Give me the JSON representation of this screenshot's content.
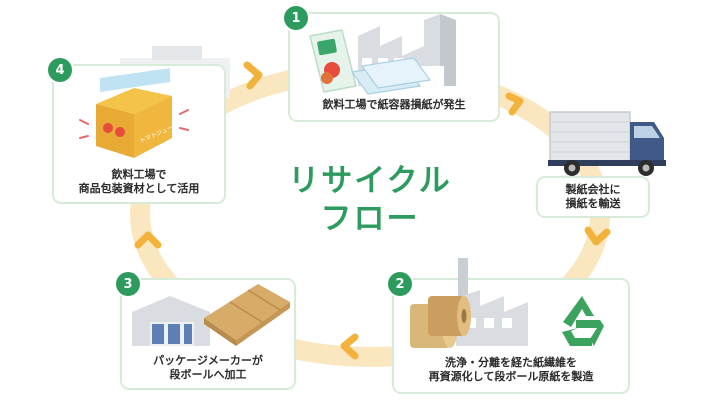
{
  "title": {
    "line1": "リサイクル",
    "line2": "フロー"
  },
  "steps": [
    {
      "number": "1",
      "caption": "飲料工場で紙容器損紙が発生"
    },
    {
      "number": "2",
      "caption_line1": "洗浄・分離を経た紙繊維を",
      "caption_line2": "再資源化して段ボール原紙を製造"
    },
    {
      "number": "3",
      "caption_line1": "パッケージメーカーが",
      "caption_line2": "段ボールへ加工"
    },
    {
      "number": "4",
      "caption_line1": "飲料工場で",
      "caption_line2": "商品包装資材として活用"
    }
  ],
  "transport": {
    "caption_line1": "製紙会社に",
    "caption_line2": "損紙を輸送"
  },
  "product_label": "トマトジュース",
  "colors": {
    "accent_green": "#2e9b5e",
    "card_border": "#d6ecd9",
    "ring": "#fbe7bf",
    "arrow": "#f3b23c",
    "building": "#d9dde2",
    "truck_body": "#3f5a86",
    "cardboard": "#d7ab68"
  },
  "icons": [
    "recycle-icon",
    "truck-icon",
    "factory-icon",
    "paper-roll-icon",
    "cardboard-box-icon",
    "warehouse-icon"
  ]
}
